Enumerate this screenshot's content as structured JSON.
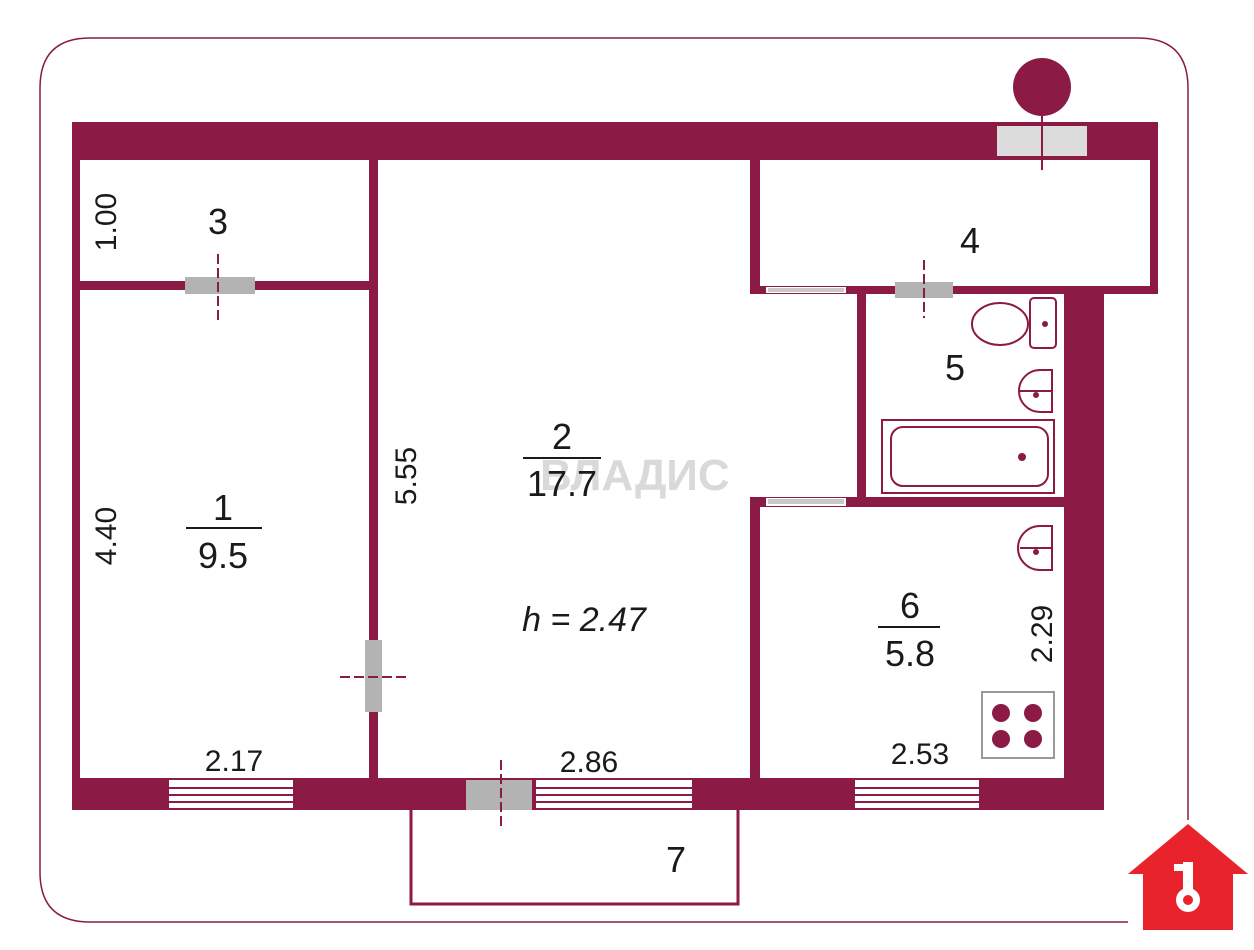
{
  "colors": {
    "wall": "#8b1a45",
    "frame": "#8b1a45",
    "door": "#b3b3b3",
    "logo": "#e8232b",
    "text": "#1a1a1a"
  },
  "rooms": {
    "r1": {
      "number": "1",
      "area": "9.5"
    },
    "r2": {
      "number": "2",
      "area": "17.7"
    },
    "r3": {
      "number": "3"
    },
    "r4": {
      "number": "4"
    },
    "r5": {
      "number": "5"
    },
    "r6": {
      "number": "6",
      "area": "5.8"
    },
    "r7": {
      "number": "7"
    }
  },
  "dimensions": {
    "d_100": "1.00",
    "d_440": "4.40",
    "d_217": "2.17",
    "d_555": "5.55",
    "d_286": "2.86",
    "d_229": "2.29",
    "d_253": "2.53"
  },
  "ceiling_height": "h = 2.47",
  "watermark": "ВЛАДИС",
  "icons": {
    "riser": "riser-circle-icon",
    "toilet": "toilet-icon",
    "bathroom_sink": "sink-icon",
    "bathtub": "bathtub-icon",
    "kitchen_sink": "kitchen-sink-icon",
    "stove": "stove-icon",
    "logo": "house-logo-icon"
  }
}
